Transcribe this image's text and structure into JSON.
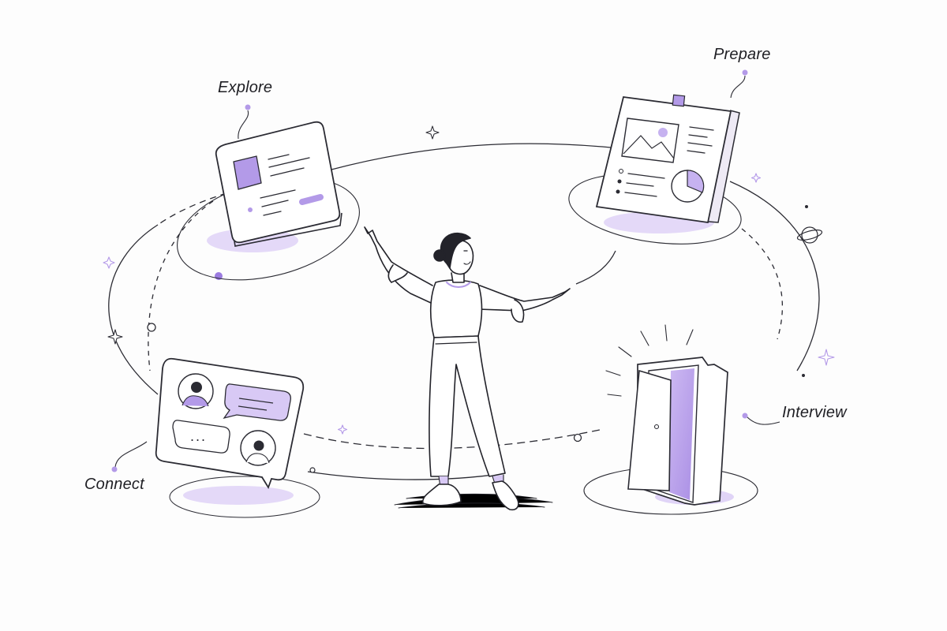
{
  "stages": [
    {
      "id": "explore",
      "label": "Explore",
      "icon": "browser-card-icon"
    },
    {
      "id": "prepare",
      "label": "Prepare",
      "icon": "document-board-icon"
    },
    {
      "id": "interview",
      "label": "Interview",
      "icon": "open-door-icon"
    },
    {
      "id": "connect",
      "label": "Connect",
      "icon": "chat-bubble-icon"
    }
  ],
  "chat": {
    "typing": "..."
  },
  "colors": {
    "accent": "#a98ce6",
    "accent_light": "#d8c9f5",
    "ink": "#23232a",
    "background": "#fdfdfd"
  }
}
